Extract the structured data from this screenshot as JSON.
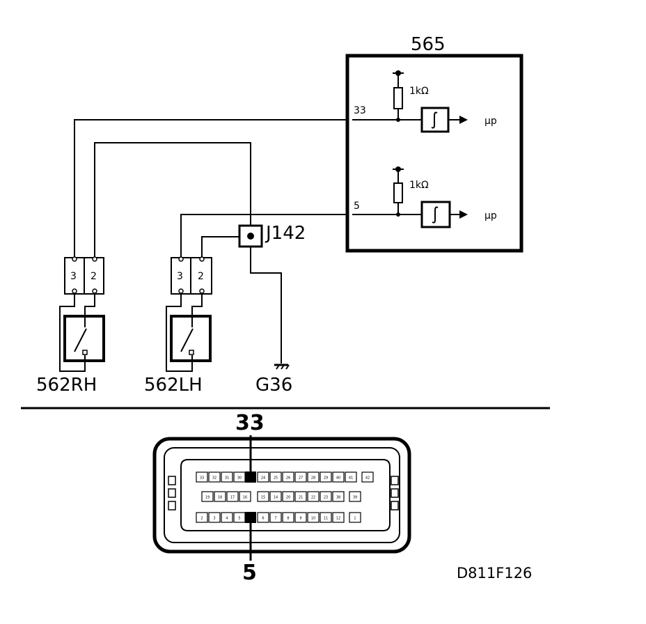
{
  "module": {
    "id": "565",
    "resistor_1": "1kΩ",
    "resistor_2": "1kΩ",
    "output_1": "µp",
    "output_2": "µp",
    "pin_a": "33",
    "pin_b": "5"
  },
  "junction": "J142",
  "switches": [
    {
      "id": "562RH",
      "pins": [
        "3",
        "2"
      ]
    },
    {
      "id": "562LH",
      "pins": [
        "3",
        "2"
      ]
    }
  ],
  "ground": "G36",
  "connector": {
    "top_label": "33",
    "bottom_label": "5",
    "row1": [
      "33",
      "32",
      "31",
      "30",
      "24",
      "25",
      "26",
      "27",
      "28",
      "29",
      "40",
      "41",
      "42"
    ],
    "row2": [
      "19",
      "18",
      "17",
      "16",
      "15",
      "14",
      "20",
      "21",
      "22",
      "23",
      "38",
      "39"
    ],
    "row3": [
      "2",
      "3",
      "4",
      "5",
      "6",
      "7",
      "8",
      "9",
      "10",
      "11",
      "12",
      "1"
    ]
  },
  "figure_code": "D811F126"
}
